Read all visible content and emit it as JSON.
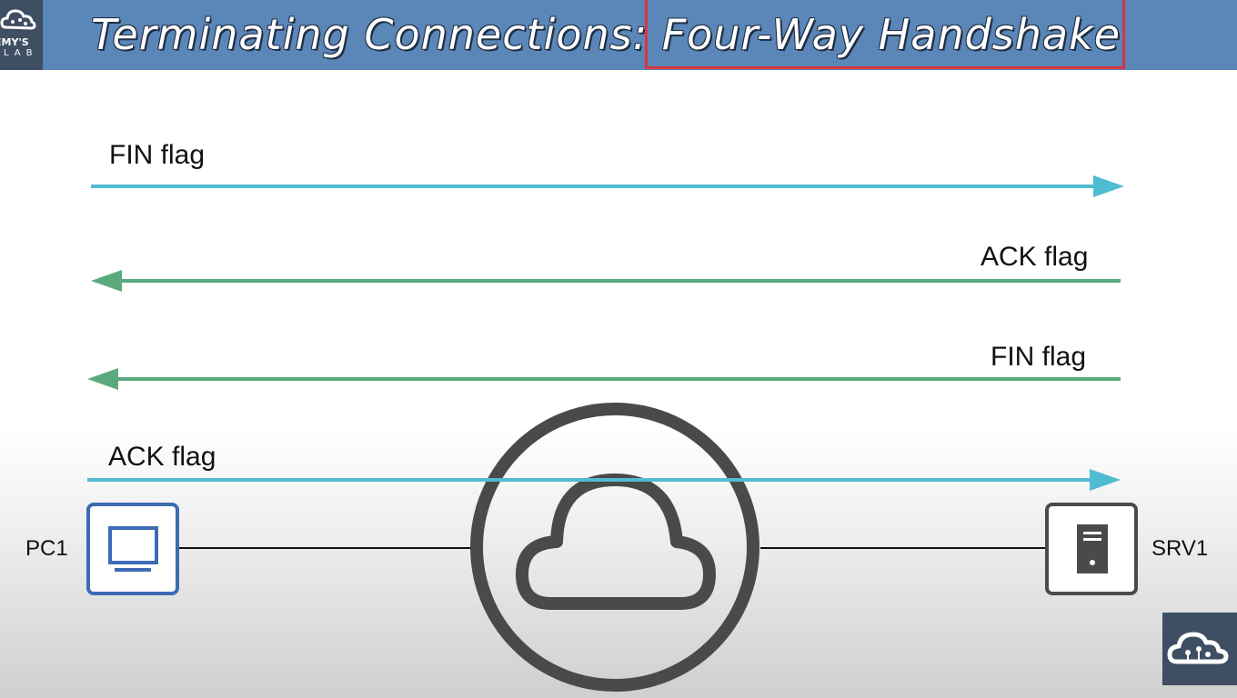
{
  "header": {
    "title_prefix": "Terminating Connections: ",
    "title_highlight": "Four-Way Handshake",
    "logo_line1": "EMY'S",
    "logo_line2": "LAB",
    "background_color": "#5b86b8",
    "highlight_color": "#d9363e"
  },
  "messages": [
    {
      "label": "FIN flag",
      "direction": "right",
      "color": "#4fbcd1"
    },
    {
      "label": "ACK flag",
      "direction": "left",
      "color": "#5aaa7e"
    },
    {
      "label": "FIN flag",
      "direction": "left",
      "color": "#5aaa7e"
    },
    {
      "label": "ACK flag",
      "direction": "right",
      "color": "#4fbcd1"
    }
  ],
  "devices": {
    "pc": {
      "label": "PC1",
      "icon": "monitor-icon",
      "color": "#3d6bb3"
    },
    "server": {
      "label": "SRV1",
      "icon": "server-icon",
      "color": "#4a4a4a"
    },
    "cloud": {
      "icon": "cloud-icon",
      "color": "#4a4a4a"
    }
  }
}
